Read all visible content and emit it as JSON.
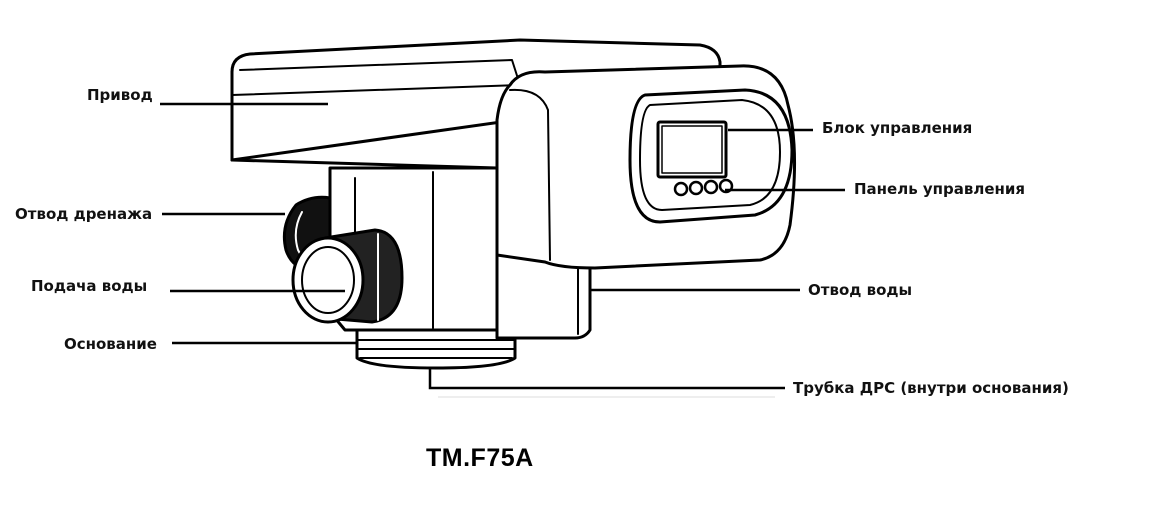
{
  "diagram": {
    "labels": {
      "drive": "Привод",
      "control_unit": "Блок управления",
      "control_panel": "Панель управления",
      "drain_outlet": "Отвод дренажа",
      "water_inlet": "Подача воды",
      "water_outlet": "Отвод воды",
      "base": "Основание",
      "riser_tube": "Трубка ДРС (внутри основания)"
    },
    "model": "TM.F75A"
  }
}
